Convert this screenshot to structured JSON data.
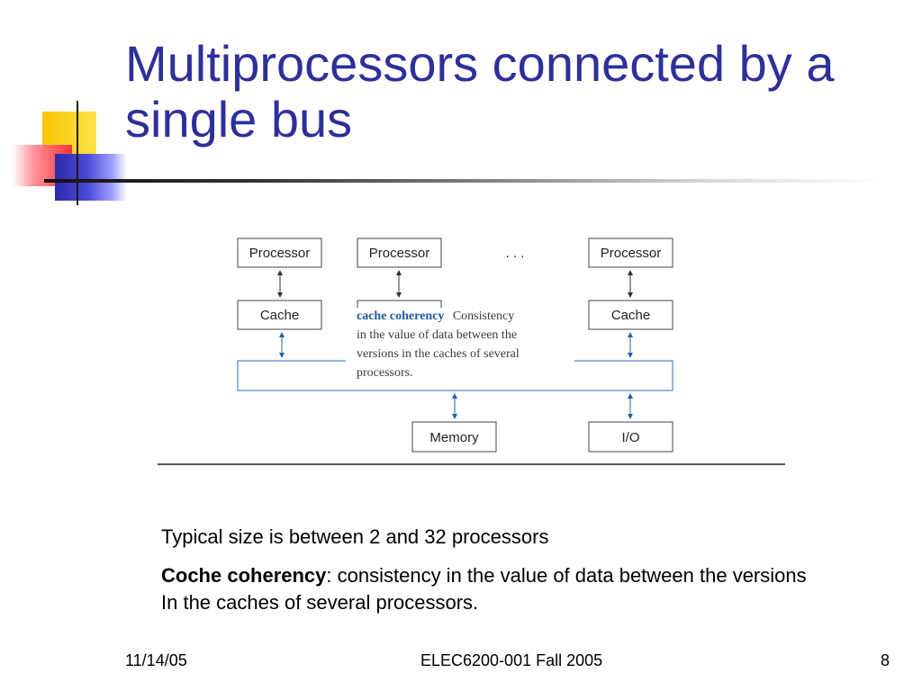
{
  "slide": {
    "title": "Multiprocessors connected by a single bus",
    "diagram": {
      "processor_label": "Processor",
      "cache_label": "Cache",
      "ellipsis": ". . .",
      "memory_label": "Memory",
      "io_label": "I/O",
      "callout_term": "cache coherency",
      "callout_lines": [
        "Consistency",
        "in the value of data between the",
        "versions in the caches of several",
        "processors."
      ]
    },
    "body": {
      "line1": "Typical size is between 2 and 32 processors",
      "term": "Coche coherency",
      "definition": ": consistency in the value of data between the versions",
      "line3": "In the caches of several processors."
    },
    "footer": {
      "date": "11/14/05",
      "course": "ELEC6200-001 Fall 2005",
      "page": "8"
    }
  }
}
